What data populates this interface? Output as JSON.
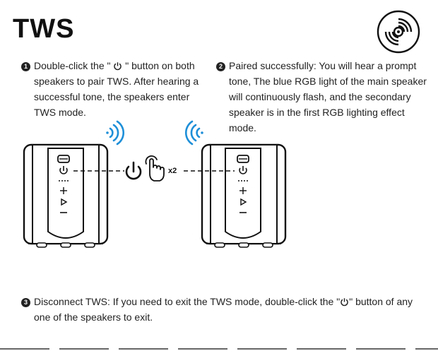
{
  "title": "TWS",
  "steps": [
    {
      "number": "1",
      "lines": [
        "Double-click the \"",
        "\" button on both",
        "speakers to pair TWS. After hearing a",
        "successful tone, the speakers enter",
        "TWS mode."
      ]
    },
    {
      "number": "2",
      "lines": [
        "Paired successfully: You will hear a prompt",
        "tone, The blue RGB light of the main speaker",
        "will continuously flash, and the secondary",
        "speaker is in the first RGB lighting effect",
        "mode."
      ]
    },
    {
      "number": "3",
      "lines": [
        "Disconnect TWS: If you need to exit the TWS mode, double-click the \"",
        "\" button of any",
        "one of the speakers to exit."
      ]
    }
  ],
  "illustration": {
    "multiplier": "x2"
  },
  "colors": {
    "accent_blue": "#1e8fd8",
    "text": "#222222",
    "speaker": "#111111"
  },
  "icons": [
    "disc-icon",
    "power-icon",
    "tap-hand-icon",
    "wifi-signal-icon"
  ]
}
